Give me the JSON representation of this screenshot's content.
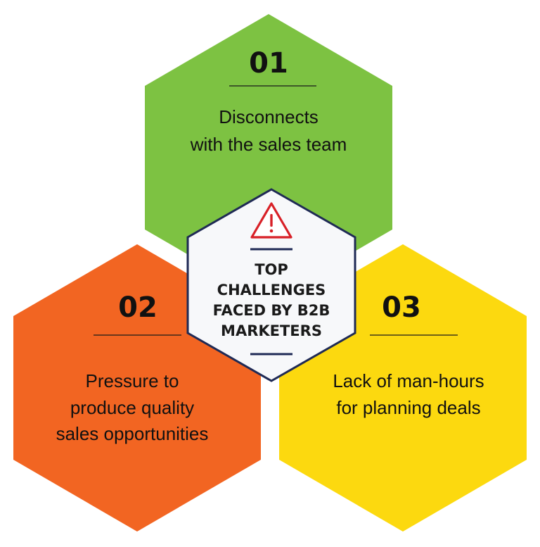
{
  "colors": {
    "green": "#7dc242",
    "orange": "#f26522",
    "yellow": "#fcd90f",
    "navy": "#1f2a55",
    "center_fill": "#f7f8fa",
    "warning_red": "#d82027"
  },
  "center": {
    "icon": "warning-triangle-icon",
    "lines": [
      "TOP",
      "CHALLENGES",
      "FACED BY B2B",
      "MARKETERS"
    ]
  },
  "items": [
    {
      "number": "01",
      "lines": [
        "Disconnects",
        "with the sales team"
      ]
    },
    {
      "number": "02",
      "lines": [
        "Pressure to",
        "produce quality",
        "sales opportunities"
      ]
    },
    {
      "number": "03",
      "lines": [
        "Lack of man-hours",
        "for planning deals"
      ]
    }
  ]
}
